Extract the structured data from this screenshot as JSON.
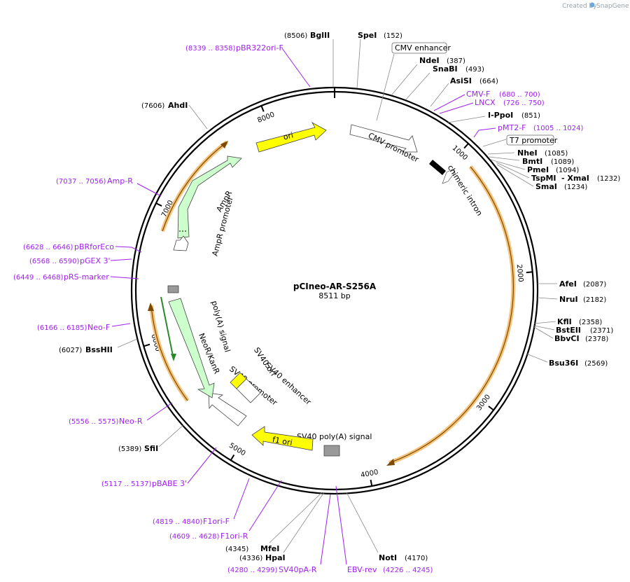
{
  "credit": {
    "prefix": "Created by",
    "brand": "SnapGene"
  },
  "plasmid": {
    "name": "pCIneo-AR-S256A",
    "length_label": "8511 bp"
  },
  "ticks": [
    "1000",
    "2000",
    "3000",
    "4000",
    "5000",
    "6000",
    "7000",
    "8000"
  ],
  "restriction_sites": [
    {
      "name": "BglII",
      "pos": "(8506)"
    },
    {
      "name": "SpeI",
      "pos": "(152)"
    },
    {
      "name": "NdeI",
      "pos": "(387)"
    },
    {
      "name": "SnaBI",
      "pos": "(493)"
    },
    {
      "name": "AsiSI",
      "pos": "(664)"
    },
    {
      "name": "I-PpoI",
      "pos": "(851)"
    },
    {
      "name": "NheI",
      "pos": "(1085)"
    },
    {
      "name": "BmtI",
      "pos": "(1089)"
    },
    {
      "name": "PmeI",
      "pos": "(1094)"
    },
    {
      "name": "TspMI",
      "pos": ""
    },
    {
      "name": "- XmaI",
      "pos": "(1232)"
    },
    {
      "name": "SmaI",
      "pos": "(1234)"
    },
    {
      "name": "AfeI",
      "pos": "(2087)"
    },
    {
      "name": "NruI",
      "pos": "(2182)"
    },
    {
      "name": "KflI",
      "pos": "(2358)"
    },
    {
      "name": "BstEII",
      "pos": "(2371)"
    },
    {
      "name": "BbvCI",
      "pos": "(2378)"
    },
    {
      "name": "Bsu36I",
      "pos": "(2569)"
    },
    {
      "name": "NotI",
      "pos": "(4170)"
    },
    {
      "name": "HpaI",
      "pos": "(4336)"
    },
    {
      "name": "MfeI",
      "pos": "(4345)"
    },
    {
      "name": "SfiI",
      "pos": "(5389)"
    },
    {
      "name": "BssHII",
      "pos": "(6027)"
    },
    {
      "name": "AhdI",
      "pos": "(7606)"
    }
  ],
  "primers": [
    {
      "name": "pBR322ori-F",
      "pos": "(8339 .. 8358)"
    },
    {
      "name": "CMV-F",
      "pos": "(680 .. 700)"
    },
    {
      "name": "LNCX",
      "pos": "(726 .. 750)"
    },
    {
      "name": "pMT2-F",
      "pos": "(1005 .. 1024)"
    },
    {
      "name": "EBV-rev",
      "pos": "(4226 .. 4245)"
    },
    {
      "name": "SV40pA-R",
      "pos": "(4280 .. 4299)"
    },
    {
      "name": "F1ori-R",
      "pos": "(4609 .. 4628)"
    },
    {
      "name": "F1ori-F",
      "pos": "(4819 .. 4840)"
    },
    {
      "name": "pBABE 3'",
      "pos": "(5117 .. 5137)"
    },
    {
      "name": "Neo-R",
      "pos": "(5556 .. 5575)"
    },
    {
      "name": "Neo-F",
      "pos": "(6166 .. 6185)"
    },
    {
      "name": "pRS-marker",
      "pos": "(6449 .. 6468)"
    },
    {
      "name": "pGEX 3'",
      "pos": "(6568 .. 6590)"
    },
    {
      "name": "pBRforEco",
      "pos": "(6628 .. 6646)"
    },
    {
      "name": "Amp-R",
      "pos": "(7037 .. 7056)"
    }
  ],
  "boxed_features": [
    "CMV enhancer",
    "T7 promoter"
  ],
  "features": [
    {
      "name": "CMV promoter",
      "color": "#ffffff"
    },
    {
      "name": "chimeric intron",
      "color": "#000000"
    },
    {
      "name": "SV40 poly(A) signal",
      "color": "#999999"
    },
    {
      "name": "f1 ori",
      "color": "#ffff00"
    },
    {
      "name": "SV40 promoter",
      "color": "#ffffff"
    },
    {
      "name": "SV40 ori",
      "color": "#ffff00"
    },
    {
      "name": "SV40 enhancer",
      "color": "#ffffff"
    },
    {
      "name": "NeoR/KanR",
      "color": "#ccffcc"
    },
    {
      "name": "poly(A) signal",
      "color": "#999999"
    },
    {
      "name": "AmpR promoter",
      "color": "#ffffff"
    },
    {
      "name": "AmpR",
      "color": "#ccffcc"
    },
    {
      "name": "ori",
      "color": "#ffff00"
    }
  ],
  "colors": {
    "primer": "#a020f0",
    "orf": "#f5b041",
    "backbone": "#000000"
  }
}
